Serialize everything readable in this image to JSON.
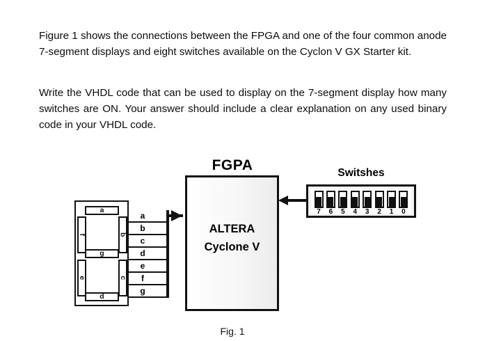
{
  "document": {
    "paragraphs": [
      "Figure 1 shows the connections between the FPGA and one of the four common anode 7-segment displays and eight switches available on the Cyclon V GX Starter kit.",
      "Write the VHDL code that can be used to display on the 7-segment display how many switches are ON. Your answer should include a clear explanation on any used binary code in your VHDL code."
    ],
    "caption": "Fig. 1"
  },
  "figure": {
    "fpga": {
      "title": "FGPA",
      "vendor": "ALTERA",
      "device": "Cyclone V"
    },
    "display": {
      "segments": [
        {
          "id": "a",
          "label": "a",
          "orientation": "horizontal",
          "position": "top"
        },
        {
          "id": "b",
          "label": "b",
          "orientation": "vertical",
          "position": "upper-right"
        },
        {
          "id": "c",
          "label": "c",
          "orientation": "vertical",
          "position": "lower-right"
        },
        {
          "id": "d",
          "label": "d",
          "orientation": "horizontal",
          "position": "bottom"
        },
        {
          "id": "e",
          "label": "e",
          "orientation": "vertical",
          "position": "lower-left"
        },
        {
          "id": "f",
          "label": "f",
          "orientation": "vertical",
          "position": "upper-left"
        },
        {
          "id": "g",
          "label": "g",
          "orientation": "horizontal",
          "position": "middle"
        }
      ],
      "wire_labels": [
        "a",
        "b",
        "c",
        "d",
        "e",
        "f",
        "g"
      ]
    },
    "switches": {
      "title": "Switshes",
      "items": [
        {
          "number": "7",
          "state": "off"
        },
        {
          "number": "6",
          "state": "off"
        },
        {
          "number": "5",
          "state": "off"
        },
        {
          "number": "4",
          "state": "off"
        },
        {
          "number": "3",
          "state": "off"
        },
        {
          "number": "2",
          "state": "off"
        },
        {
          "number": "1",
          "state": "off"
        },
        {
          "number": "0",
          "state": "off"
        }
      ]
    },
    "colors": {
      "ink": "#111111",
      "background": "#ffffff",
      "chip_fill": "#f2f2f2"
    }
  }
}
